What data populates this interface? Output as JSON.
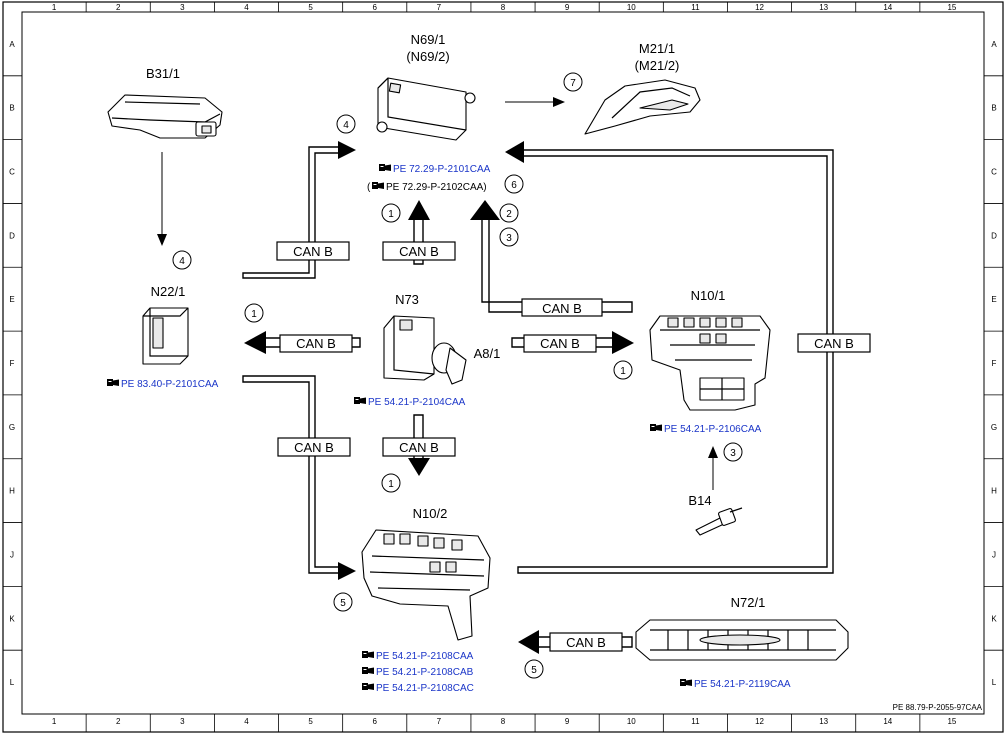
{
  "grid": {
    "columns": [
      "1",
      "2",
      "3",
      "4",
      "5",
      "6",
      "7",
      "8",
      "9",
      "10",
      "11",
      "12",
      "13",
      "14",
      "15"
    ],
    "rows": [
      "A",
      "B",
      "C",
      "D",
      "E",
      "F",
      "G",
      "H",
      "J",
      "K",
      "L"
    ]
  },
  "components": {
    "B31_1": "B31/1",
    "N22_1": "N22/1",
    "N69_1": "N69/1",
    "N69_2": "(N69/2)",
    "M21_1": "M21/1",
    "M21_2": "(M21/2)",
    "N73": "N73",
    "A8_1": "A8/1",
    "N10_1": "N10/1",
    "N10_2": "N10/2",
    "B14": "B14",
    "N72_1": "N72/1"
  },
  "can_label": "CAN B",
  "markers": {
    "m1a": "1",
    "m1b": "1",
    "m1c": "1",
    "m1d": "1",
    "m2": "2",
    "m3a": "3",
    "m3b": "3",
    "m4a": "4",
    "m4b": "4",
    "m5a": "5",
    "m5b": "5",
    "m6": "6",
    "m7": "7"
  },
  "references": {
    "n69_main": "PE 72.29-P-2101CAA",
    "n69_alt": "(",
    "n69_alt_text": "PE 72.29-P-2102CAA)",
    "n22": "PE 83.40-P-2101CAA",
    "n73": "PE 54.21-P-2104CAA",
    "n10_1": "PE 54.21-P-2106CAA",
    "n10_2_a": "PE 54.21-P-2108CAA",
    "n10_2_b": "PE 54.21-P-2108CAB",
    "n10_2_c": "PE 54.21-P-2108CAC",
    "n72_1": "PE 54.21-P-2119CAA"
  },
  "doc_id": "PE 88.79-P-2055-97CAA",
  "icons": {
    "reference": "book-pointer-icon"
  }
}
